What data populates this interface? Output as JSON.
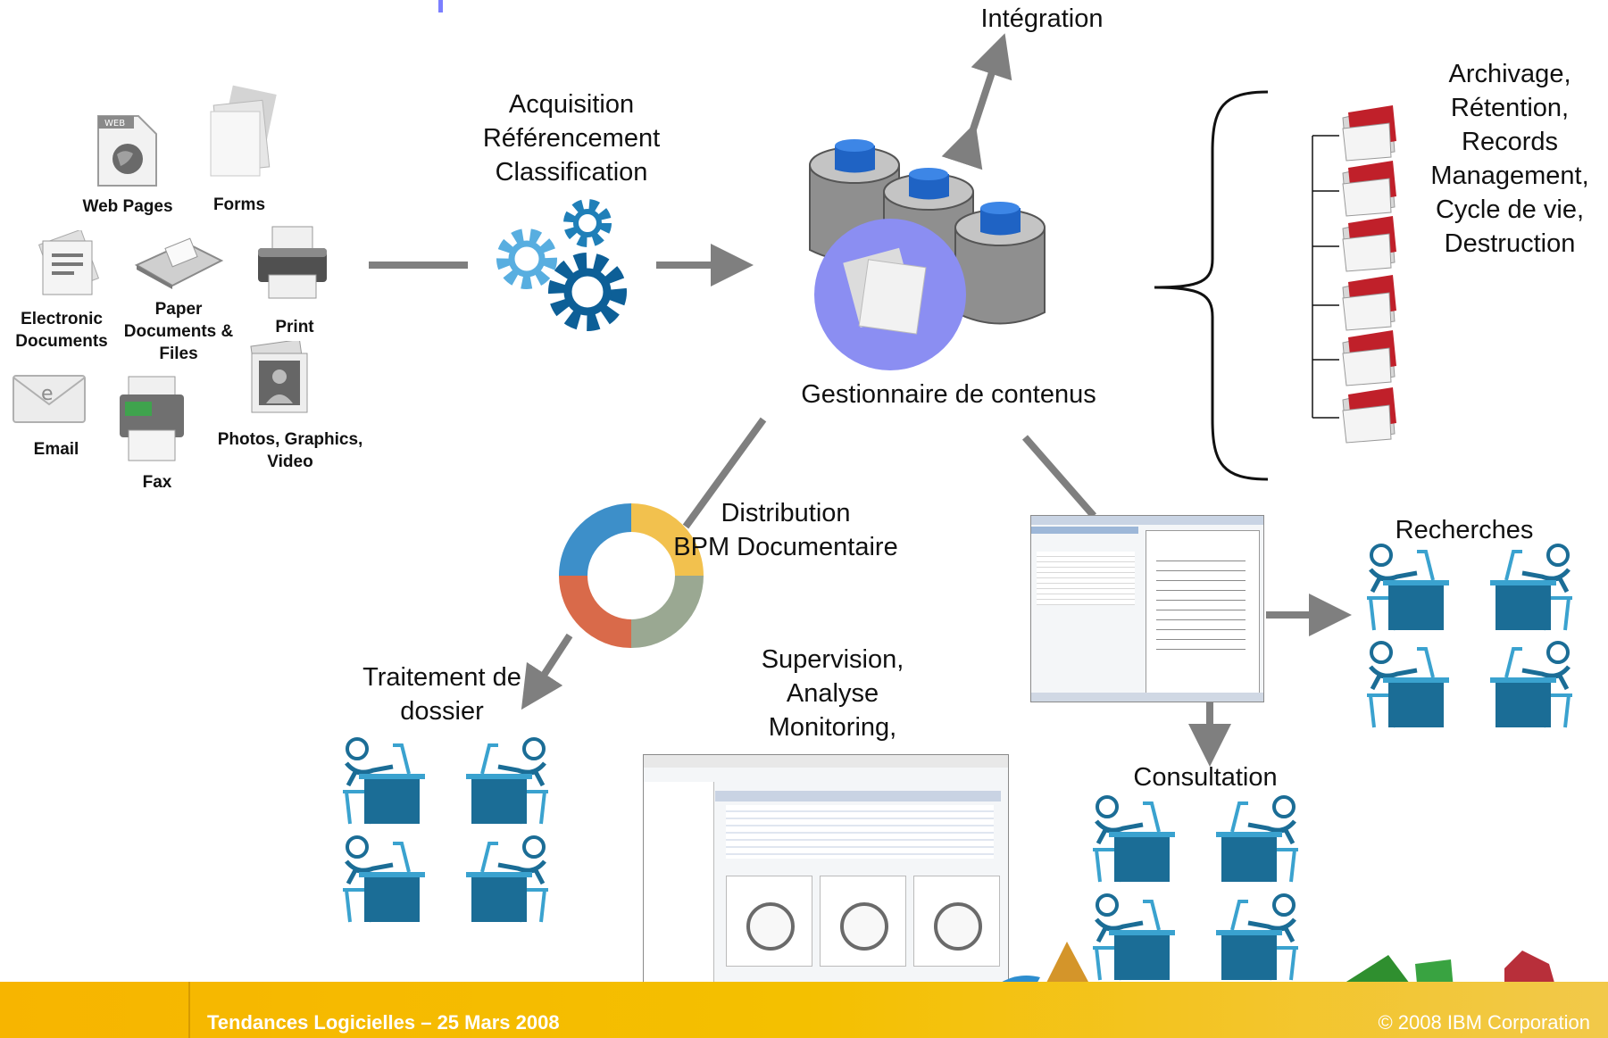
{
  "labels": {
    "integration": "Intégration",
    "acquisition": [
      "Acquisition",
      "Référencement",
      "Classification"
    ],
    "content_manager": "Gestionnaire de contenus",
    "archiving": [
      "Archivage,",
      "Rétention,",
      "Records",
      "Management,",
      "Cycle de vie,",
      "Destruction"
    ],
    "distribution": [
      "Distribution",
      "BPM Documentaire"
    ],
    "searches": "Recherches",
    "case_processing": [
      "Traitement de",
      "dossier"
    ],
    "supervision": [
      "Supervision,",
      "Analyse",
      "Monitoring,"
    ],
    "consultation": "Consultation"
  },
  "sources": {
    "web_pages": "Web Pages",
    "forms": "Forms",
    "electronic_documents": [
      "Electronic",
      "Documents"
    ],
    "paper_documents": [
      "Paper",
      "Documents &",
      "Files"
    ],
    "print": "Print",
    "email": "Email",
    "fax": "Fax",
    "photos": [
      "Photos, Graphics,",
      "Video"
    ]
  },
  "footer": {
    "event": "Tendances Logicielles – 25 Mars 2008",
    "copyright": "© 2008 IBM Corporation"
  },
  "colors": {
    "arrow": "#7f7f7f",
    "user_blue": "#1b6d96",
    "user_light": "#3aa2cf",
    "circle": "#8b8ef2",
    "db_blue": "#1f63c4",
    "folder_red": "#c0202a",
    "footer": "#f4c000"
  }
}
